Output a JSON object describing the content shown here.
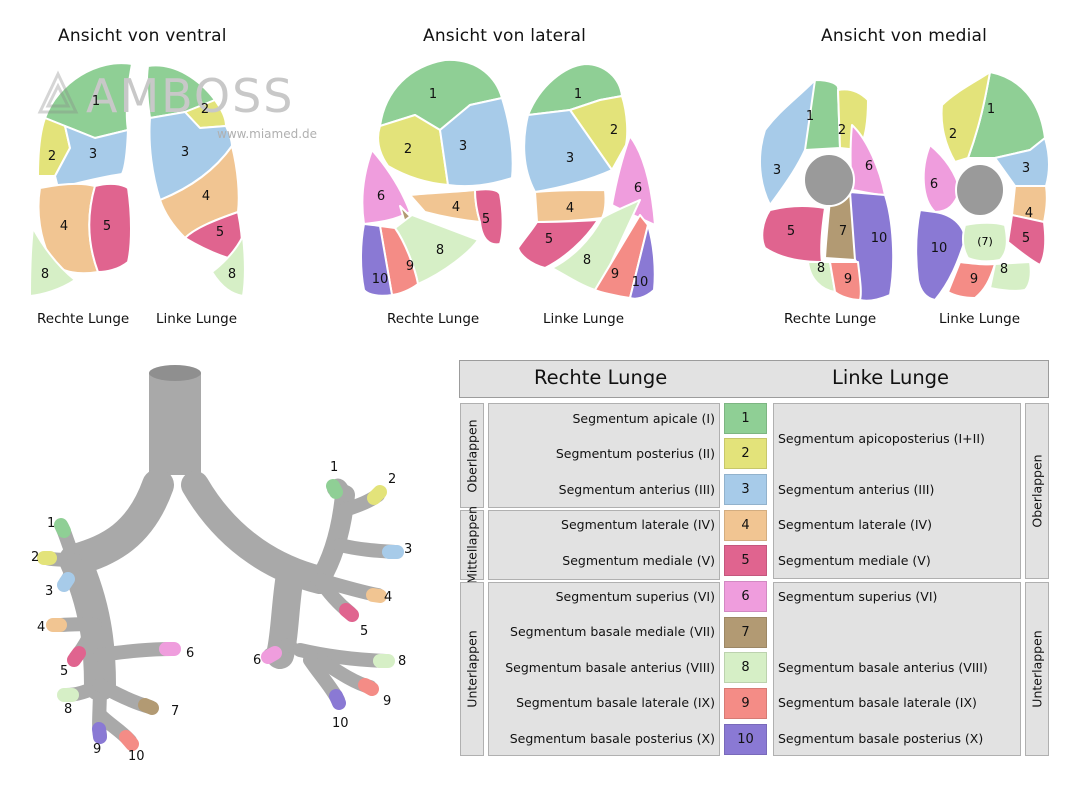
{
  "watermark": {
    "brand": "AMBOSS",
    "url": "www.miamed.de"
  },
  "views": [
    {
      "title": "Ansicht von ventral",
      "left": "Rechte Lunge",
      "right": "Linke Lunge"
    },
    {
      "title": "Ansicht von lateral",
      "left": "Rechte Lunge",
      "right": "Linke Lunge"
    },
    {
      "title": "Ansicht von medial",
      "left": "Rechte Lunge",
      "right": "Linke Lunge"
    }
  ],
  "colors": {
    "s1": "#8fcf95",
    "s2": "#e3e37a",
    "s3": "#a7cbe9",
    "s4": "#f1c592",
    "s5": "#e0648f",
    "s6": "#ef9ddd",
    "s7": "#b29a73",
    "s8": "#d6efc6",
    "s9": "#f48c86",
    "s10": "#8a79d4",
    "hilum": "#9a9a9a",
    "tree": "#a9a9a9"
  },
  "tree_labels": {
    "right": [
      "1",
      "2",
      "3",
      "4",
      "5",
      "6",
      "7",
      "8",
      "9",
      "10"
    ],
    "left": [
      "1",
      "2",
      "3",
      "4",
      "5",
      "6",
      "8",
      "9",
      "10"
    ]
  },
  "medial_extra": "(7)",
  "table": {
    "header_left": "Rechte Lunge",
    "header_right": "Linke Lunge",
    "lobes_left": [
      "Oberlappen",
      "Mittellappen",
      "Unterlappen"
    ],
    "lobes_right": [
      "Oberlappen",
      "Unterlappen"
    ],
    "rows": [
      {
        "num": "1",
        "right_lung": "Segmentum apicale (I)",
        "left_lung": ""
      },
      {
        "num": "2",
        "right_lung": "Segmentum posterius (II)",
        "left_lung": ""
      },
      {
        "num": "3",
        "right_lung": "Segmentum anterius (III)",
        "left_lung": "Segmentum anterius (III)"
      },
      {
        "num": "4",
        "right_lung": "Segmentum laterale (IV)",
        "left_lung": "Segmentum laterale (IV)"
      },
      {
        "num": "5",
        "right_lung": "Segmentum mediale (V)",
        "left_lung": "Segmentum mediale (V)"
      },
      {
        "num": "6",
        "right_lung": "Segmentum superius (VI)",
        "left_lung": "Segmentum superius (VI)"
      },
      {
        "num": "7",
        "right_lung": "Segmentum basale mediale (VII)",
        "left_lung": ""
      },
      {
        "num": "8",
        "right_lung": "Segmentum basale anterius (VIII)",
        "left_lung": "Segmentum basale anterius (VIII)"
      },
      {
        "num": "9",
        "right_lung": "Segmentum basale laterale (IX)",
        "left_lung": "Segmentum basale laterale (IX)"
      },
      {
        "num": "10",
        "right_lung": "Segmentum basale posterius (X)",
        "left_lung": "Segmentum basale posterius (X)"
      }
    ],
    "left_apicoposterius": "Segmentum apicoposterius (I+II)"
  }
}
